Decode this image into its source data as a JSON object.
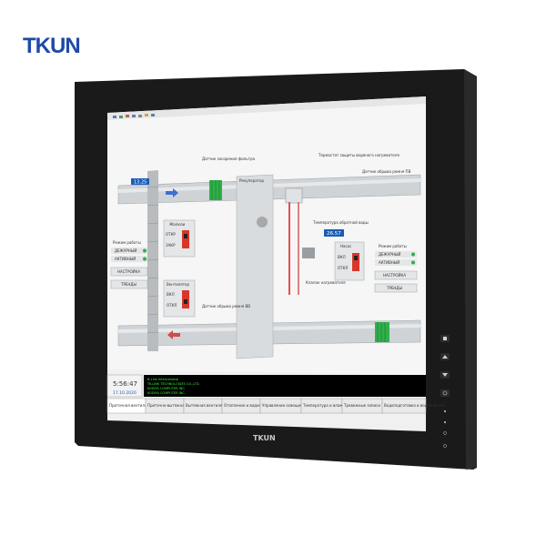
{
  "brand": {
    "logo_text": "TKUN",
    "bezel_logo": "TKUN"
  },
  "hmi": {
    "temperature_top": "13.25",
    "temperature_right": "26.57",
    "labels": {
      "sensor_filter": "Датчик засорения фильтра",
      "recuperator": "Рекуператор",
      "thermostat": "Термостат защиты водяного нагревателя",
      "return_sensor_pv": "Датчик обрыва ремня ПВ",
      "return_water_temp": "Температура обратной воды",
      "heater_valve": "Клапан нагревателя",
      "sensor_belt_vv": "Датчик обрыва ремня ВВ"
    },
    "left_panel": {
      "mode_title": "Режим работы",
      "duty": "ДЕЖУРНЫЙ",
      "active": "АКТИВНЫЙ",
      "settings": "НАСТРОЙКА",
      "trends": "ТРЕНДЫ"
    },
    "right_panel": {
      "mode_title": "Режим работы",
      "duty": "ДЕЖУРНЫЙ",
      "active": "АКТИВНЫЙ",
      "settings": "НАСТРОЙКА",
      "trends": "ТРЕНДЫ"
    },
    "valve_box": {
      "title": "Жалюзи",
      "open": "ОТКР",
      "close": "ЗАКР"
    },
    "fan_box": {
      "title": "Вентилятор",
      "on": "ВКЛ",
      "off": "ОТКЛ"
    },
    "pump_box": {
      "title": "Насос",
      "on": "ВКЛ",
      "off": "ОТКЛ"
    },
    "clock": {
      "time": "5:56:47",
      "date": "17.10.2020"
    },
    "log_lines": [
      "B-Link International",
      "TK-LINK TECHNOLOGIES CO.,LTD.",
      "KODIYA COMPUTER INC.",
      "KODIYA COMPUTER INC."
    ],
    "tabs": [
      "Приточная вентиляция",
      "Приточно-вытяжная вентиляция",
      "Вытяжная вентиляция",
      "Отопление и водоснабжение",
      "Управление освещением",
      "Температура и влажность",
      "Тревожные записи",
      "Водоподготовка и водоочистка"
    ]
  }
}
